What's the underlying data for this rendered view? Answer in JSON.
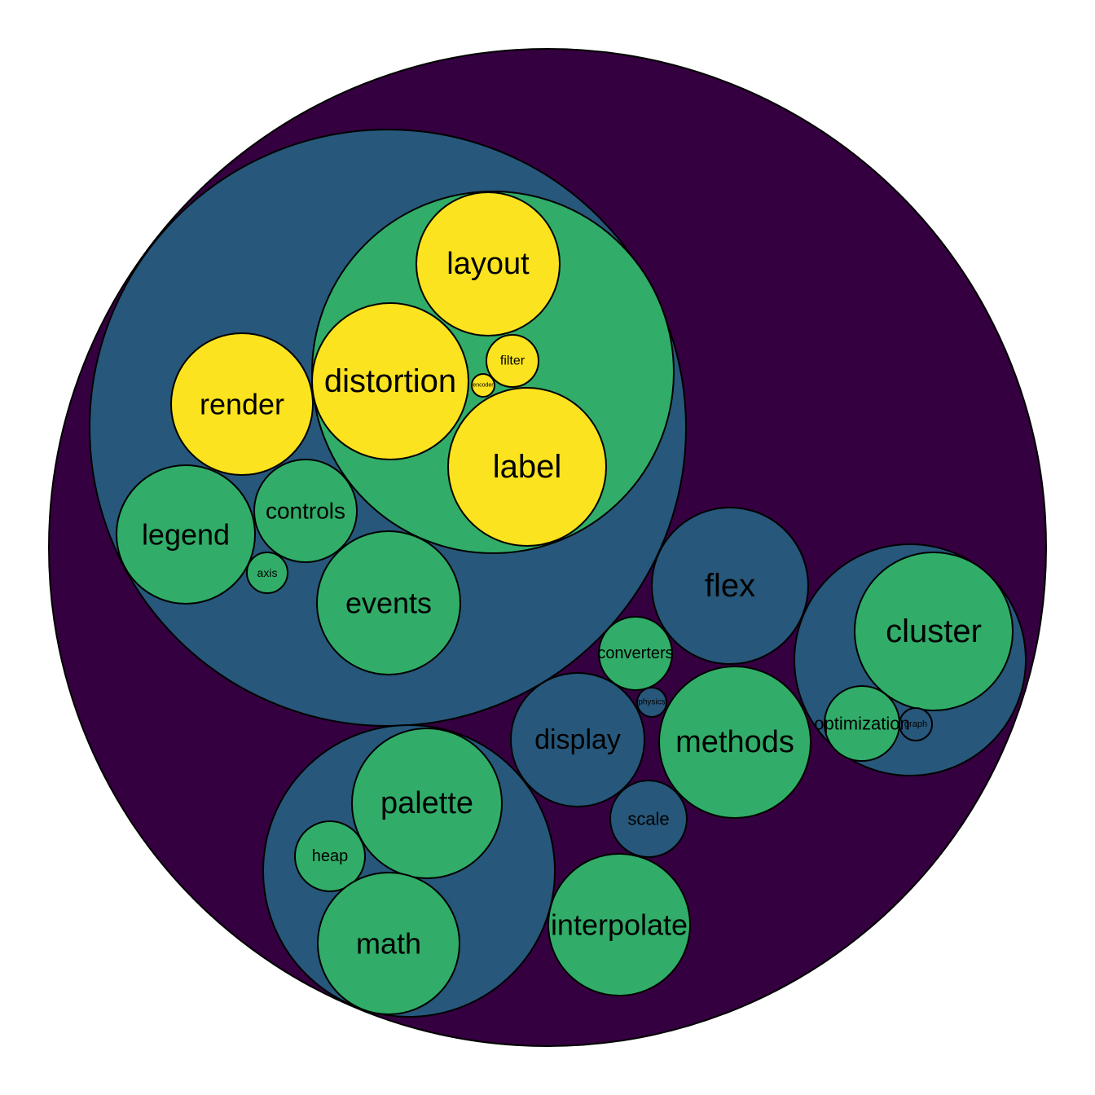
{
  "chart_data": {
    "type": "circle-packing",
    "depth_colors": {
      "0": "#35003f",
      "1": "#27577a",
      "2": "#31ad69",
      "3": "#fbe31f"
    },
    "nodes": [
      {
        "id": "root",
        "label": "",
        "depth": 0
      },
      {
        "id": "big",
        "label": "",
        "depth": 1,
        "parent": "root"
      },
      {
        "id": "inner",
        "label": "",
        "depth": 2,
        "parent": "big"
      },
      {
        "id": "layout",
        "label": "layout",
        "depth": 3,
        "parent": "inner"
      },
      {
        "id": "distortion",
        "label": "distortion",
        "depth": 3,
        "parent": "inner"
      },
      {
        "id": "label",
        "label": "label",
        "depth": 3,
        "parent": "inner"
      },
      {
        "id": "filter",
        "label": "filter",
        "depth": 3,
        "parent": "inner"
      },
      {
        "id": "encoder",
        "label": "encoder",
        "depth": 3,
        "parent": "inner"
      },
      {
        "id": "render",
        "label": "render",
        "depth": 3,
        "parent": "big"
      },
      {
        "id": "legend",
        "label": "legend",
        "depth": 2,
        "parent": "big"
      },
      {
        "id": "controls",
        "label": "controls",
        "depth": 2,
        "parent": "big"
      },
      {
        "id": "axis",
        "label": "axis",
        "depth": 2,
        "parent": "big"
      },
      {
        "id": "events",
        "label": "events",
        "depth": 2,
        "parent": "big"
      },
      {
        "id": "flex",
        "label": "flex",
        "depth": 1,
        "parent": "root"
      },
      {
        "id": "right",
        "label": "",
        "depth": 1,
        "parent": "root"
      },
      {
        "id": "cluster",
        "label": "cluster",
        "depth": 2,
        "parent": "right"
      },
      {
        "id": "optimization",
        "label": "optimization",
        "depth": 2,
        "parent": "right"
      },
      {
        "id": "graph",
        "label": "graph",
        "depth": 1,
        "parent": "right"
      },
      {
        "id": "display",
        "label": "display",
        "depth": 1,
        "parent": "root"
      },
      {
        "id": "converters",
        "label": "converters",
        "depth": 2,
        "parent": "root"
      },
      {
        "id": "physics",
        "label": "physics",
        "depth": 1,
        "parent": "root"
      },
      {
        "id": "methods",
        "label": "methods",
        "depth": 2,
        "parent": "root"
      },
      {
        "id": "scale",
        "label": "scale",
        "depth": 1,
        "parent": "root"
      },
      {
        "id": "interpolate",
        "label": "interpolate",
        "depth": 2,
        "parent": "root"
      },
      {
        "id": "bottom",
        "label": "",
        "depth": 1,
        "parent": "root"
      },
      {
        "id": "palette",
        "label": "palette",
        "depth": 2,
        "parent": "bottom"
      },
      {
        "id": "heap",
        "label": "heap",
        "depth": 2,
        "parent": "bottom"
      },
      {
        "id": "math",
        "label": "math",
        "depth": 2,
        "parent": "bottom"
      }
    ]
  }
}
